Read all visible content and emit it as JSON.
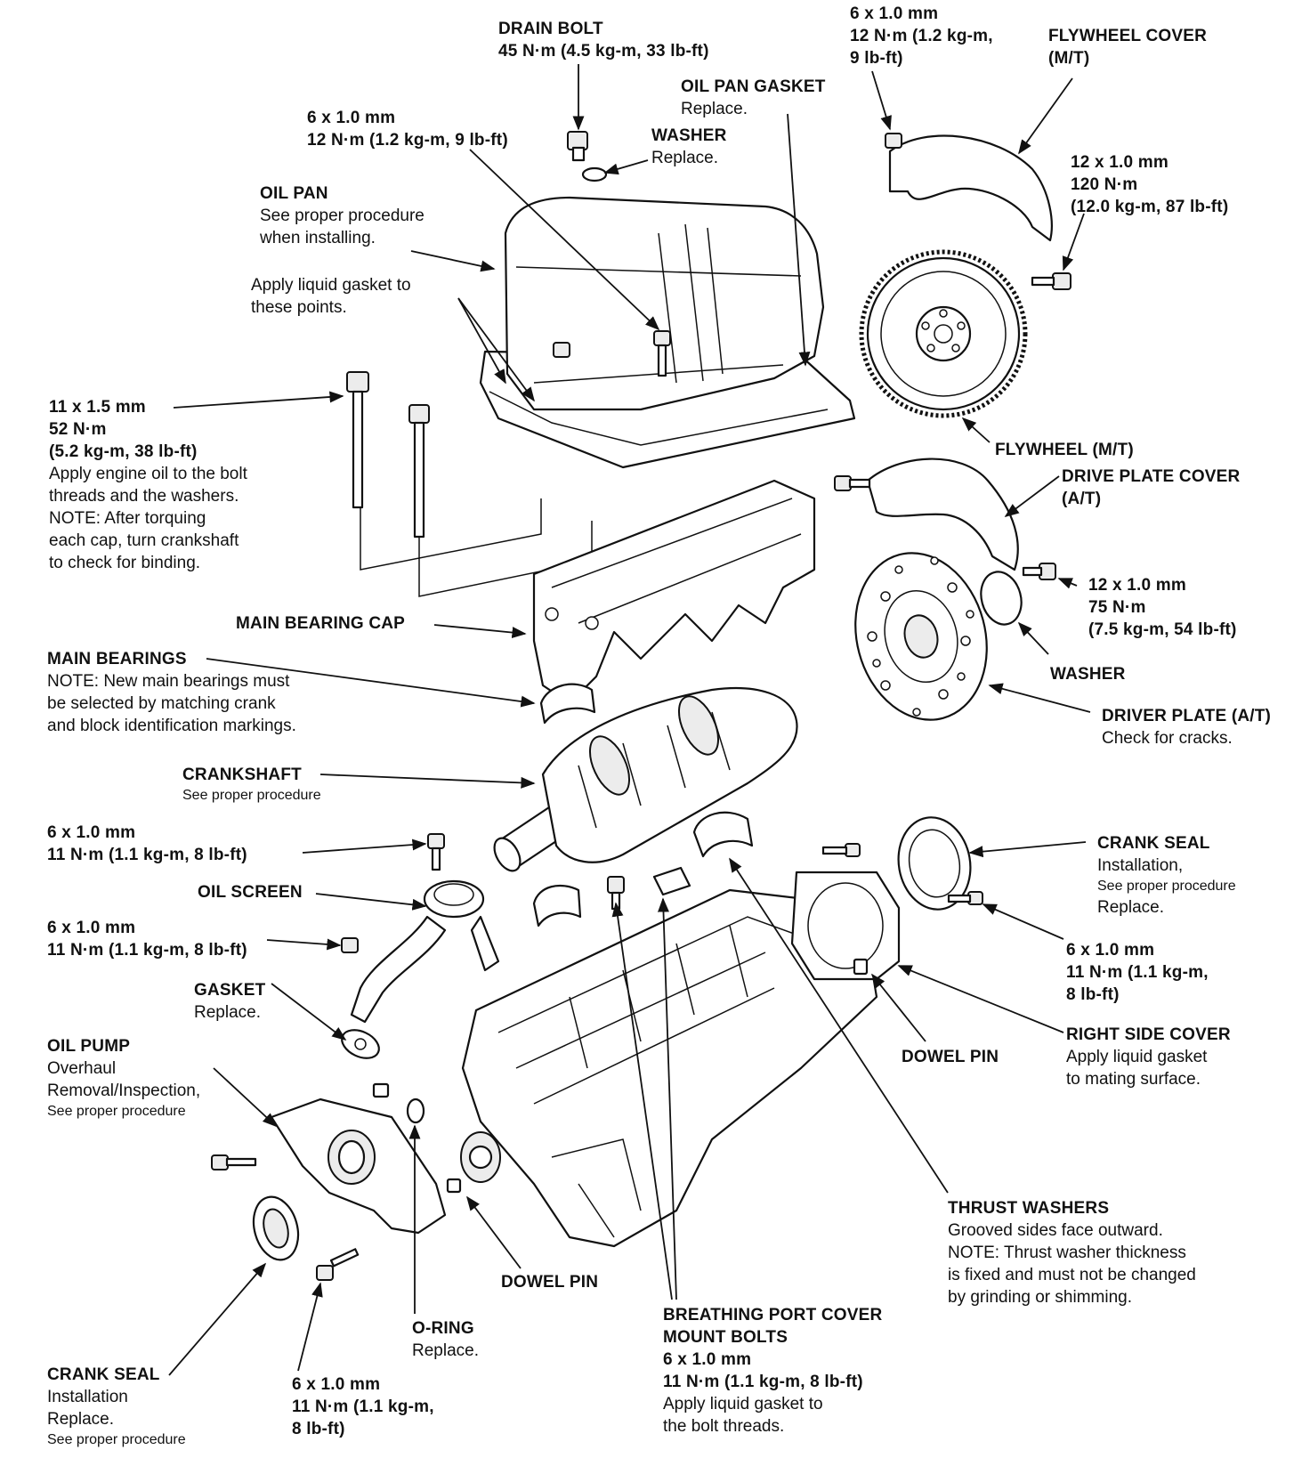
{
  "labels": {
    "drain_bolt": {
      "title": "DRAIN BOLT",
      "spec": "45 N·m (4.5 kg-m, 33 lb-ft)"
    },
    "oil_pan_bolt": {
      "size": "6 x 1.0 mm",
      "torque": "12 N·m (1.2 kg-m, 9 lb-ft)"
    },
    "washer_top": {
      "title": "WASHER",
      "note": "Replace."
    },
    "oil_pan_gasket": {
      "title": "OIL PAN GASKET",
      "note": "Replace."
    },
    "flywheel_cover_bolt": {
      "size": "6 x 1.0 mm",
      "torque": "12 N·m (1.2 kg-m,",
      "torque2": "9 lb-ft)"
    },
    "flywheel_cover": {
      "title": "FLYWHEEL COVER",
      "sub": "(M/T)"
    },
    "flywheel_bolt": {
      "size": "12 x 1.0 mm",
      "torque": "120 N·m",
      "torque2": "(12.0 kg-m, 87 lb-ft)"
    },
    "oil_pan": {
      "title": "OIL PAN",
      "line1": "See proper procedure",
      "line2": "when installing."
    },
    "liquid_gasket": {
      "line1": "Apply liquid gasket to",
      "line2": "these points."
    },
    "main_cap_bolt": {
      "size": "11 x 1.5 mm",
      "torque": "52 N·m",
      "torque2": "(5.2 kg-m, 38 lb-ft)",
      "line1": "Apply engine oil to the bolt",
      "line2": "threads and the washers.",
      "line3": "NOTE:  After torquing",
      "line4": "each cap, turn crankshaft",
      "line5": "to check for binding."
    },
    "flywheel": {
      "title": "FLYWHEEL (M/T)"
    },
    "drive_plate_cover": {
      "title": "DRIVE PLATE COVER",
      "sub": "(A/T)"
    },
    "drive_plate_bolt": {
      "size": "12 x 1.0 mm",
      "torque": "75 N·m",
      "torque2": "(7.5 kg-m, 54 lb-ft)"
    },
    "washer_right": {
      "title": "WASHER"
    },
    "main_bearing_cap": {
      "title": "MAIN BEARING CAP"
    },
    "main_bearings": {
      "title": "MAIN BEARINGS",
      "line1": "NOTE:  New main bearings must",
      "line2": "be selected by matching crank",
      "line3": "and block identification markings."
    },
    "driver_plate": {
      "title": "DRIVER PLATE (A/T)",
      "note": "Check for cracks."
    },
    "crankshaft": {
      "title": "CRANKSHAFT",
      "sub": "See proper procedure"
    },
    "oil_screen_bolt": {
      "size": "6 x 1.0 mm",
      "torque": "11 N·m (1.1 kg-m, 8 lb-ft)"
    },
    "oil_screen": {
      "title": "OIL SCREEN"
    },
    "oil_screen_nut": {
      "size": "6 x 1.0 mm",
      "torque": "11 N·m (1.1 kg-m, 8 lb-ft)"
    },
    "crank_seal_right": {
      "title": "CRANK SEAL",
      "line1": "Installation,",
      "sub": "See proper procedure",
      "line2": "Replace."
    },
    "right_cover_bolt": {
      "size": "6 x 1.0 mm",
      "torque": "11 N·m (1.1 kg-m,",
      "torque2": "8 lb-ft)"
    },
    "gasket": {
      "title": "GASKET",
      "note": "Replace."
    },
    "oil_pump": {
      "title": "OIL PUMP",
      "line1": "Overhaul",
      "line2": "Removal/Inspection,",
      "sub": "See proper procedure"
    },
    "right_side_cover": {
      "title": "RIGHT SIDE COVER",
      "line1": "Apply liquid gasket",
      "line2": "to mating surface."
    },
    "dowel_pin_right": {
      "title": "DOWEL PIN"
    },
    "thrust_washers": {
      "title": "THRUST WASHERS",
      "line1": "Grooved sides face outward.",
      "line2": "NOTE:  Thrust washer thickness",
      "line3": "is fixed and must not be changed",
      "line4": "by grinding or shimming."
    },
    "dowel_pin_bottom": {
      "title": "DOWEL PIN"
    },
    "breathing_port": {
      "title": "BREATHING PORT COVER",
      "title2": "MOUNT BOLTS",
      "size": "6 x 1.0 mm",
      "torque": "11 N·m (1.1 kg-m, 8 lb-ft)",
      "line1": "Apply liquid gasket to",
      "line2": "the bolt threads."
    },
    "o_ring": {
      "title": "O-RING",
      "note": "Replace."
    },
    "crank_seal_left": {
      "title": "CRANK SEAL",
      "line1": "Installation",
      "line2": "Replace.",
      "sub": "See proper procedure"
    },
    "oil_pump_bolt": {
      "size": "6 x 1.0 mm",
      "torque": "11 N·m (1.1 kg-m,",
      "torque2": "8 lb-ft)"
    }
  }
}
